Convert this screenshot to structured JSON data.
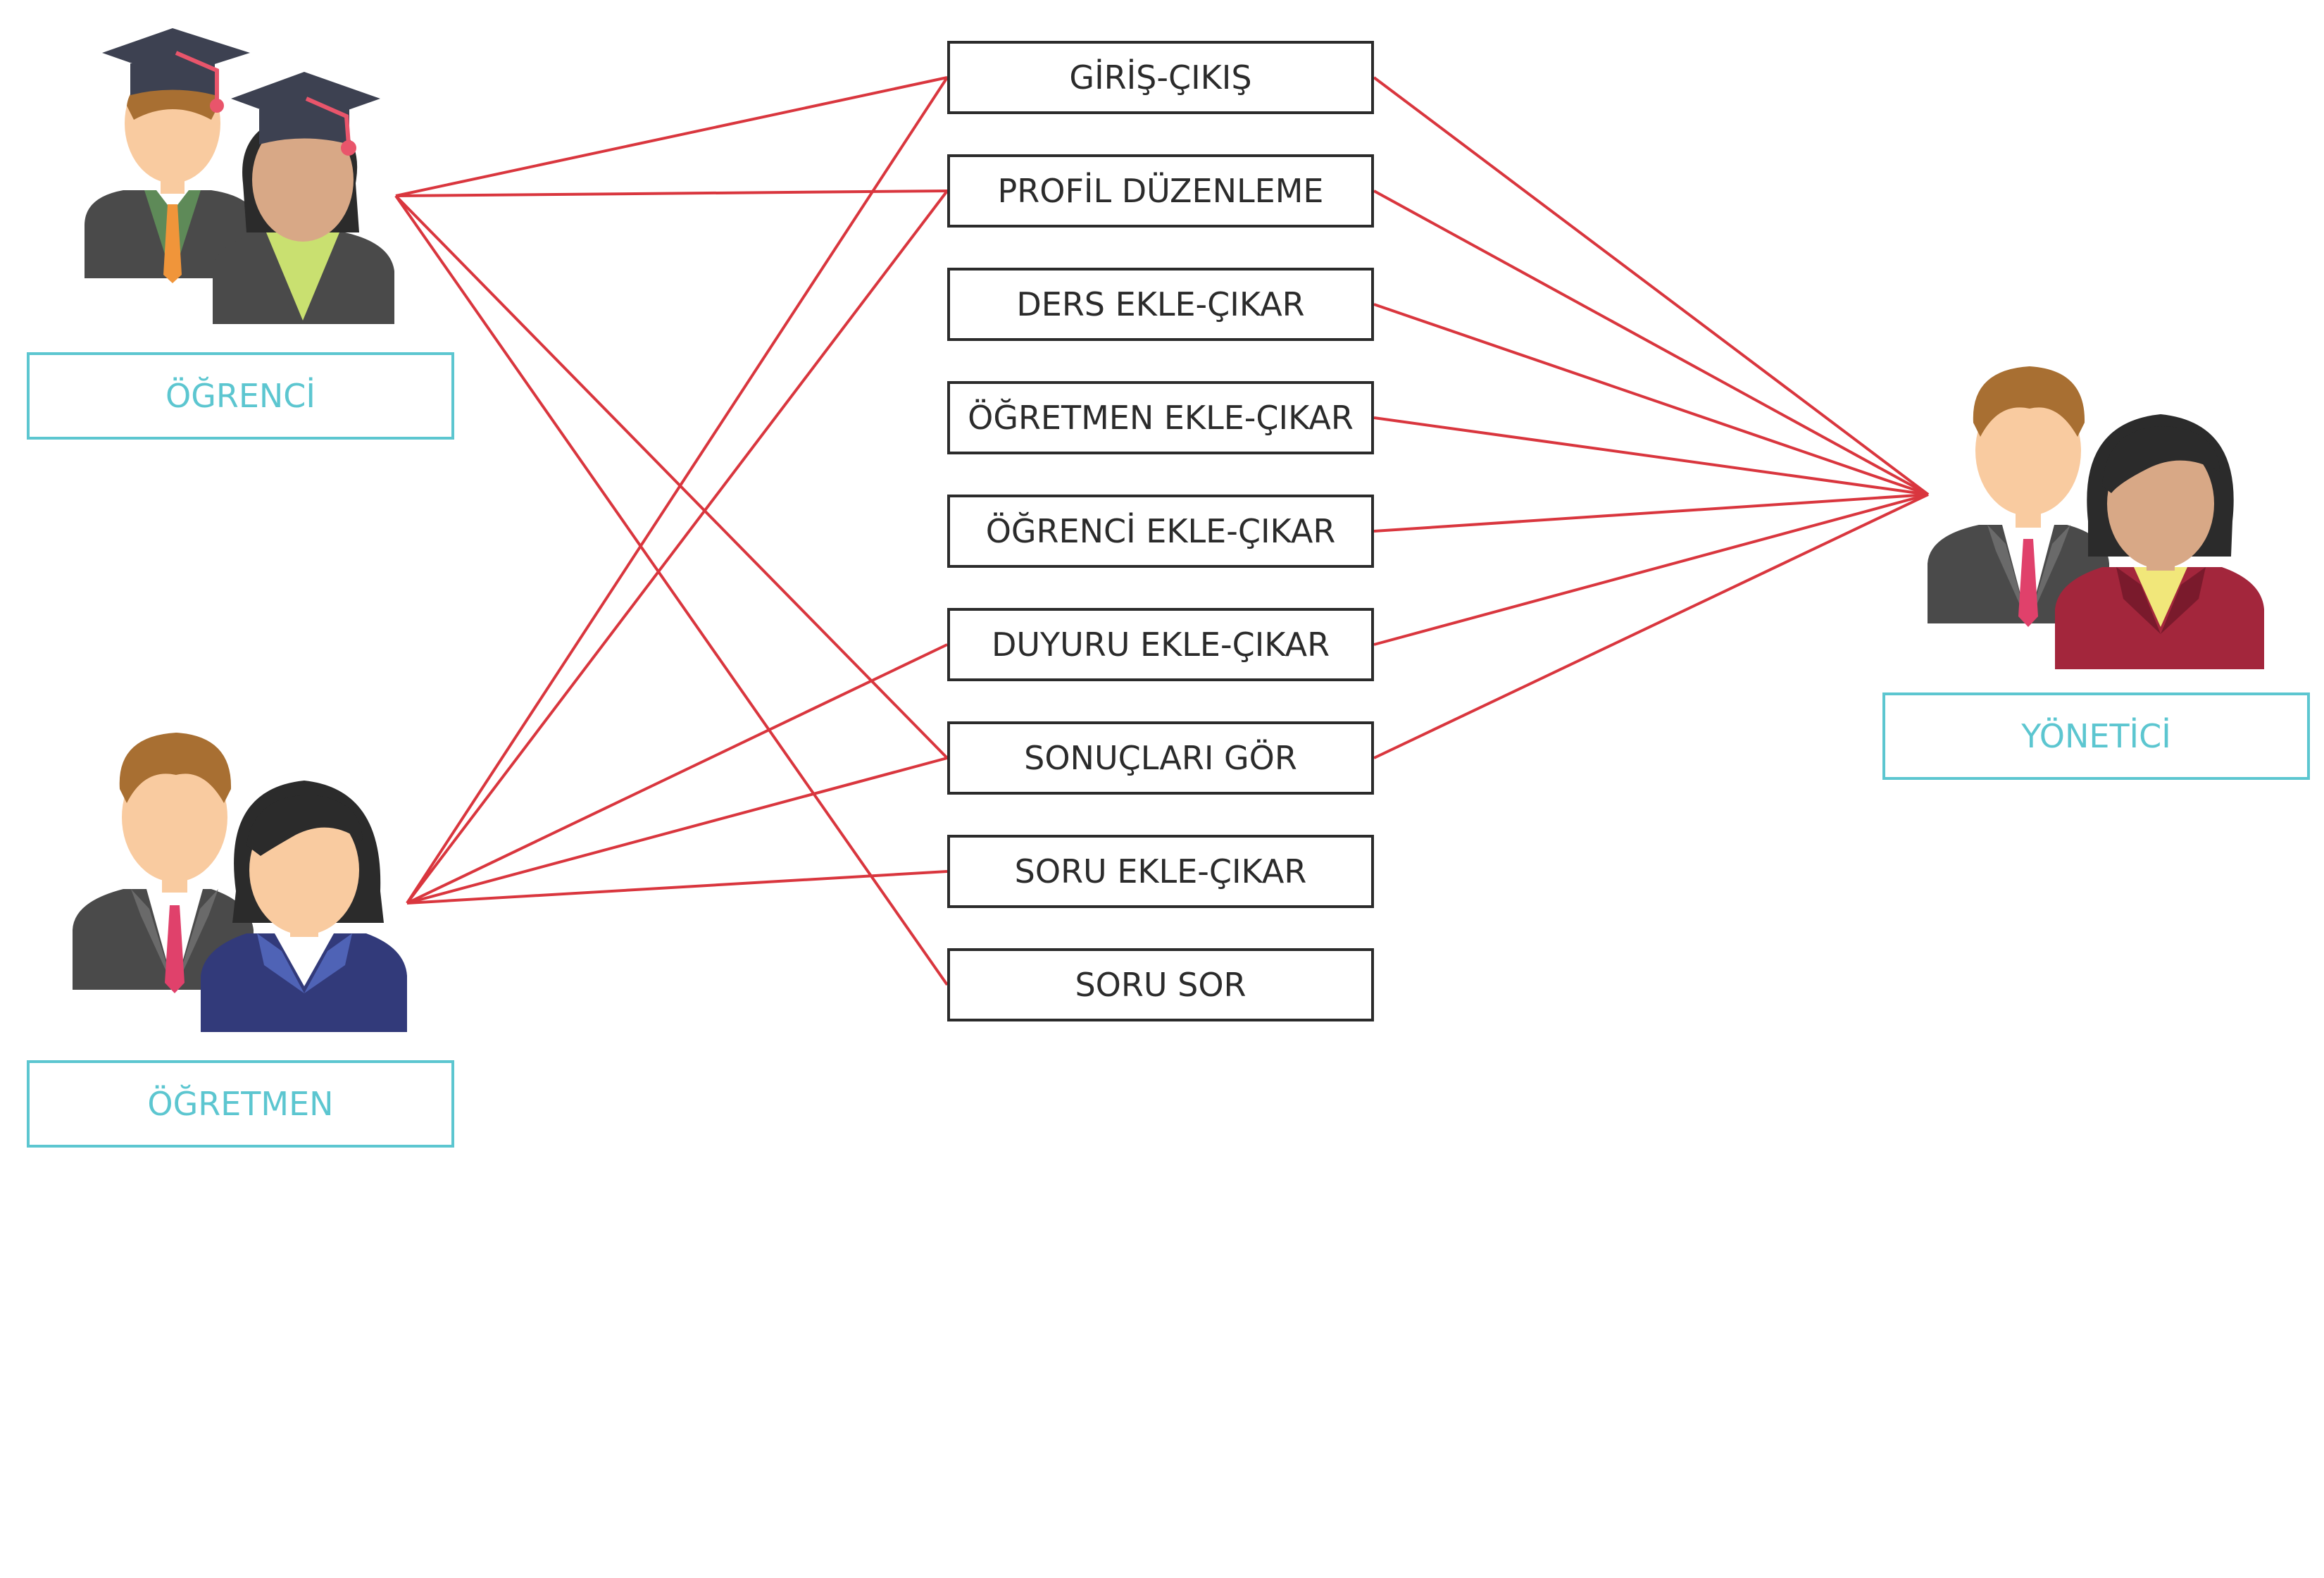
{
  "actors": {
    "student": {
      "label": "ÖĞRENCİ"
    },
    "teacher": {
      "label": "ÖĞRETMEN"
    },
    "admin": {
      "label": "YÖNETİCİ"
    }
  },
  "use_cases": [
    {
      "id": "login",
      "label": "GİRİŞ-ÇIKIŞ"
    },
    {
      "id": "edit-profile",
      "label": "PROFİL DÜZENLEME"
    },
    {
      "id": "course",
      "label": "DERS EKLE-ÇIKAR"
    },
    {
      "id": "teacher-mgmt",
      "label": "ÖĞRETMEN EKLE-ÇIKAR"
    },
    {
      "id": "student-mgmt",
      "label": "ÖĞRENCİ EKLE-ÇIKAR"
    },
    {
      "id": "announcement",
      "label": "DUYURU EKLE-ÇIKAR"
    },
    {
      "id": "results",
      "label": "SONUÇLARI GÖR"
    },
    {
      "id": "question-mgmt",
      "label": "SORU EKLE-ÇIKAR"
    },
    {
      "id": "ask-question",
      "label": "SORU SOR"
    }
  ],
  "links": {
    "student": [
      "login",
      "edit-profile",
      "results",
      "ask-question"
    ],
    "teacher": [
      "login",
      "edit-profile",
      "announcement",
      "results",
      "question-mgmt"
    ],
    "admin": [
      "login",
      "edit-profile",
      "course",
      "teacher-mgmt",
      "student-mgmt",
      "announcement",
      "results"
    ]
  },
  "colors": {
    "line": "#d9363e",
    "label_border": "#5cc6d0",
    "box_border": "#2b2b2b",
    "suit_dark": "#4a4a4a",
    "skin_light": "#f9cba0",
    "skin_tan": "#d8a886",
    "hair_brown": "#a86f32",
    "hair_black": "#2b2b2b",
    "cap": "#3d4151",
    "tassel": "#e9556b",
    "tie_orange": "#f0953a",
    "tie_pink": "#e0416b",
    "collar_green": "#c9e070",
    "lapel_green": "#5e8a58",
    "navy": "#323a7a",
    "navy_lapel": "#4f63b6",
    "crimson": "#a3263c",
    "blouse_yellow": "#f1e77a"
  }
}
